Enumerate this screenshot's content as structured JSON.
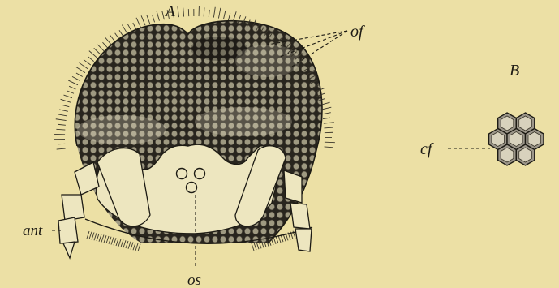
{
  "figure": {
    "labels": {
      "panel_a": "A",
      "panel_b": "B",
      "of": "of",
      "cf": "cf",
      "ant": "ant",
      "os": "os"
    },
    "colors": {
      "background": "#ece0a5",
      "ink": "#1d1b14",
      "eye_dark": "#2b2820",
      "facet_light": "#c9c3a4",
      "head_fill": "#ede6bf"
    }
  }
}
